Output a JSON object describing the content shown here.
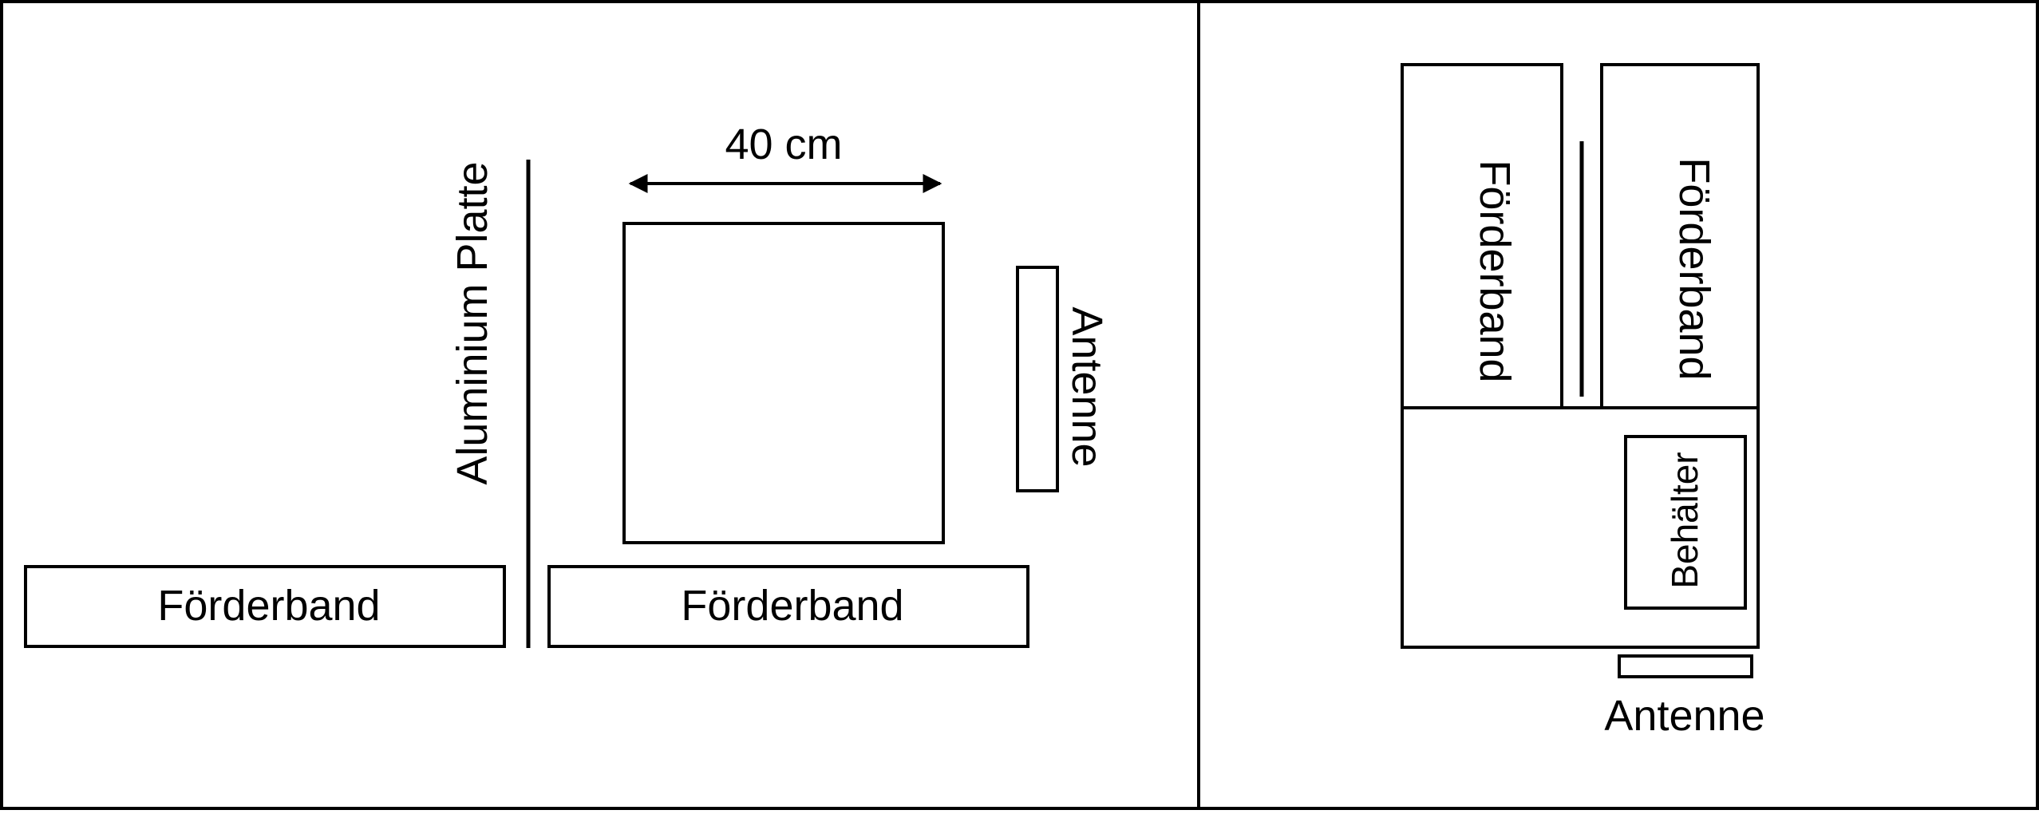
{
  "colors": {
    "stroke": "#000000",
    "background": "#ffffff"
  },
  "left_panel": {
    "dimension_label": "40 cm",
    "plate_label": "Aluminium Platte",
    "antenna_label": "Antenne",
    "conveyor_left_label": "Förderband",
    "conveyor_right_label": "Förderband"
  },
  "right_panel": {
    "conveyor_left_label": "Förderband",
    "conveyor_right_label": "Förderband",
    "container_label": "Behälter",
    "antenna_label": "Antenne"
  }
}
